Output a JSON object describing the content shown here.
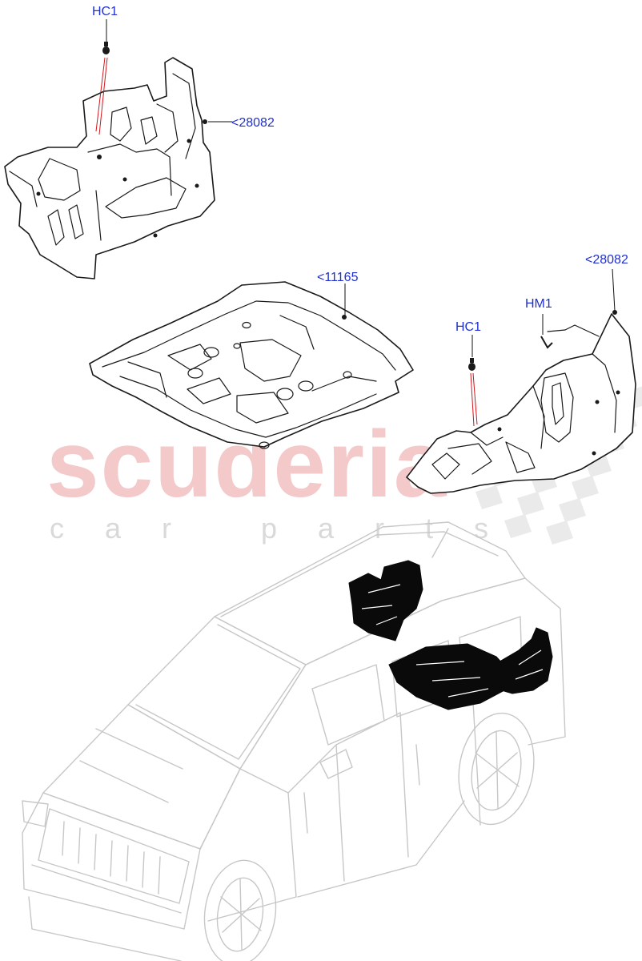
{
  "colors": {
    "callout_text": "#1f2fd0",
    "leader_red": "#d0161c",
    "leader_black": "#111111",
    "part_line": "#1a1a1a",
    "part_fill": "#ffffff",
    "highlight_fill": "#0a0a0a",
    "vehicle_line": "#c7c7c7",
    "watermark_main": "#f4c9ca",
    "watermark_sub": "#d9d9d9",
    "checker": "#e6e6e6"
  },
  "watermark": {
    "brand": "scuderia",
    "tagline": "car parts"
  },
  "callouts": [
    {
      "id": "hc1_top",
      "label": "HC1"
    },
    {
      "id": "ref_28082_top",
      "label": "<28082"
    },
    {
      "id": "ref_11165",
      "label": "<11165"
    },
    {
      "id": "ref_28082_right",
      "label": "<28082"
    },
    {
      "id": "hm1",
      "label": "HM1"
    },
    {
      "id": "hc1_right",
      "label": "HC1"
    }
  ],
  "parts": [
    {
      "id": "front-insulator",
      "icon": "insulation-panel-icon"
    },
    {
      "id": "floor-insulator",
      "icon": "floor-mat-icon"
    },
    {
      "id": "rear-insulator",
      "icon": "insulation-panel-icon"
    },
    {
      "id": "clip-hc1-top",
      "icon": "push-clip-icon"
    },
    {
      "id": "clip-hc1-right",
      "icon": "push-clip-icon"
    },
    {
      "id": "clip-hm1",
      "icon": "hook-clip-icon"
    }
  ],
  "vehicle": {
    "icon": "suv-outline-icon"
  }
}
